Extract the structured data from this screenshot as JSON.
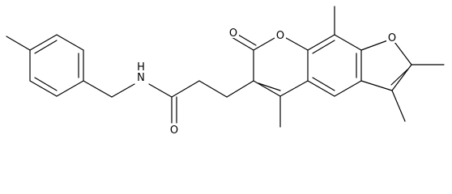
{
  "molecule": {
    "atom_labels": {
      "amide_nitrogen": "N",
      "amide_hydrogen": "H",
      "amide_oxygen": "O",
      "lactone_carbonyl_oxygen": "O",
      "pyranone_ring_oxygen": "O",
      "furan_ring_oxygen": "O"
    }
  }
}
